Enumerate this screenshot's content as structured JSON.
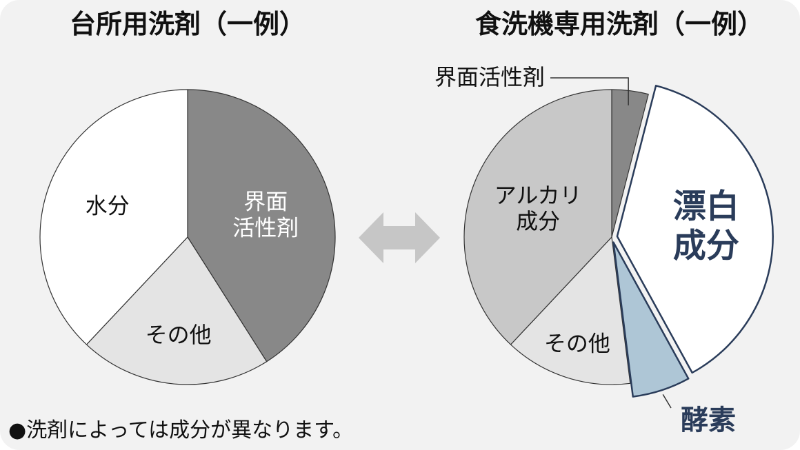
{
  "colors": {
    "background": "#f2f2f2",
    "surfactant": "#888888",
    "other": "#e4e4e4",
    "water": "#ffffff",
    "alkali": "#c8c8c8",
    "enzyme": "#aec6d6",
    "bleach": "#ffffff",
    "accent_outline": "#2a3c5a",
    "arrow": "#c6c6c6",
    "text": "#111111"
  },
  "icons": {
    "compare_arrow": "double-arrow-icon",
    "bullet": "black-circle-bullet-icon"
  },
  "footnote": {
    "bullet": "●",
    "text": "洗剤によっては成分が異なります。"
  },
  "chart_data": [
    {
      "type": "pie",
      "title": "台所用洗剤（一例）",
      "start_angle_deg": 0,
      "direction": "clockwise",
      "slices": [
        {
          "key": "surfactant",
          "label_lines": [
            "界面",
            "活性剤"
          ],
          "value": 41,
          "color": "#888888",
          "label_color": "#ffffff"
        },
        {
          "key": "other",
          "label_lines": [
            "その他"
          ],
          "value": 21,
          "color": "#e4e4e4",
          "label_color": "#111111"
        },
        {
          "key": "water",
          "label_lines": [
            "水分"
          ],
          "value": 38,
          "color": "#ffffff",
          "label_color": "#111111"
        }
      ]
    },
    {
      "type": "pie",
      "title": "食洗機専用洗剤（一例）",
      "start_angle_deg": 0,
      "direction": "clockwise",
      "slices": [
        {
          "key": "surfactant",
          "label_lines": [
            "界面活性剤"
          ],
          "value": 4,
          "color": "#888888",
          "label_color": "#111111",
          "callout": true
        },
        {
          "key": "bleach",
          "label_lines": [
            "漂白",
            "成分"
          ],
          "value": 38,
          "color": "#ffffff",
          "label_color": "#2a3c5a",
          "exploded": true,
          "outline": "#2a3c5a"
        },
        {
          "key": "enzyme",
          "label_lines": [
            "酵素"
          ],
          "value": 6,
          "color": "#aec6d6",
          "label_color": "#2a3c5a",
          "exploded": true,
          "outline": "#2a3c5a",
          "callout": true
        },
        {
          "key": "other",
          "label_lines": [
            "その他"
          ],
          "value": 14,
          "color": "#e4e4e4",
          "label_color": "#111111"
        },
        {
          "key": "alkali",
          "label_lines": [
            "アルカリ",
            "成分"
          ],
          "value": 38,
          "color": "#c8c8c8",
          "label_color": "#111111"
        }
      ]
    }
  ]
}
